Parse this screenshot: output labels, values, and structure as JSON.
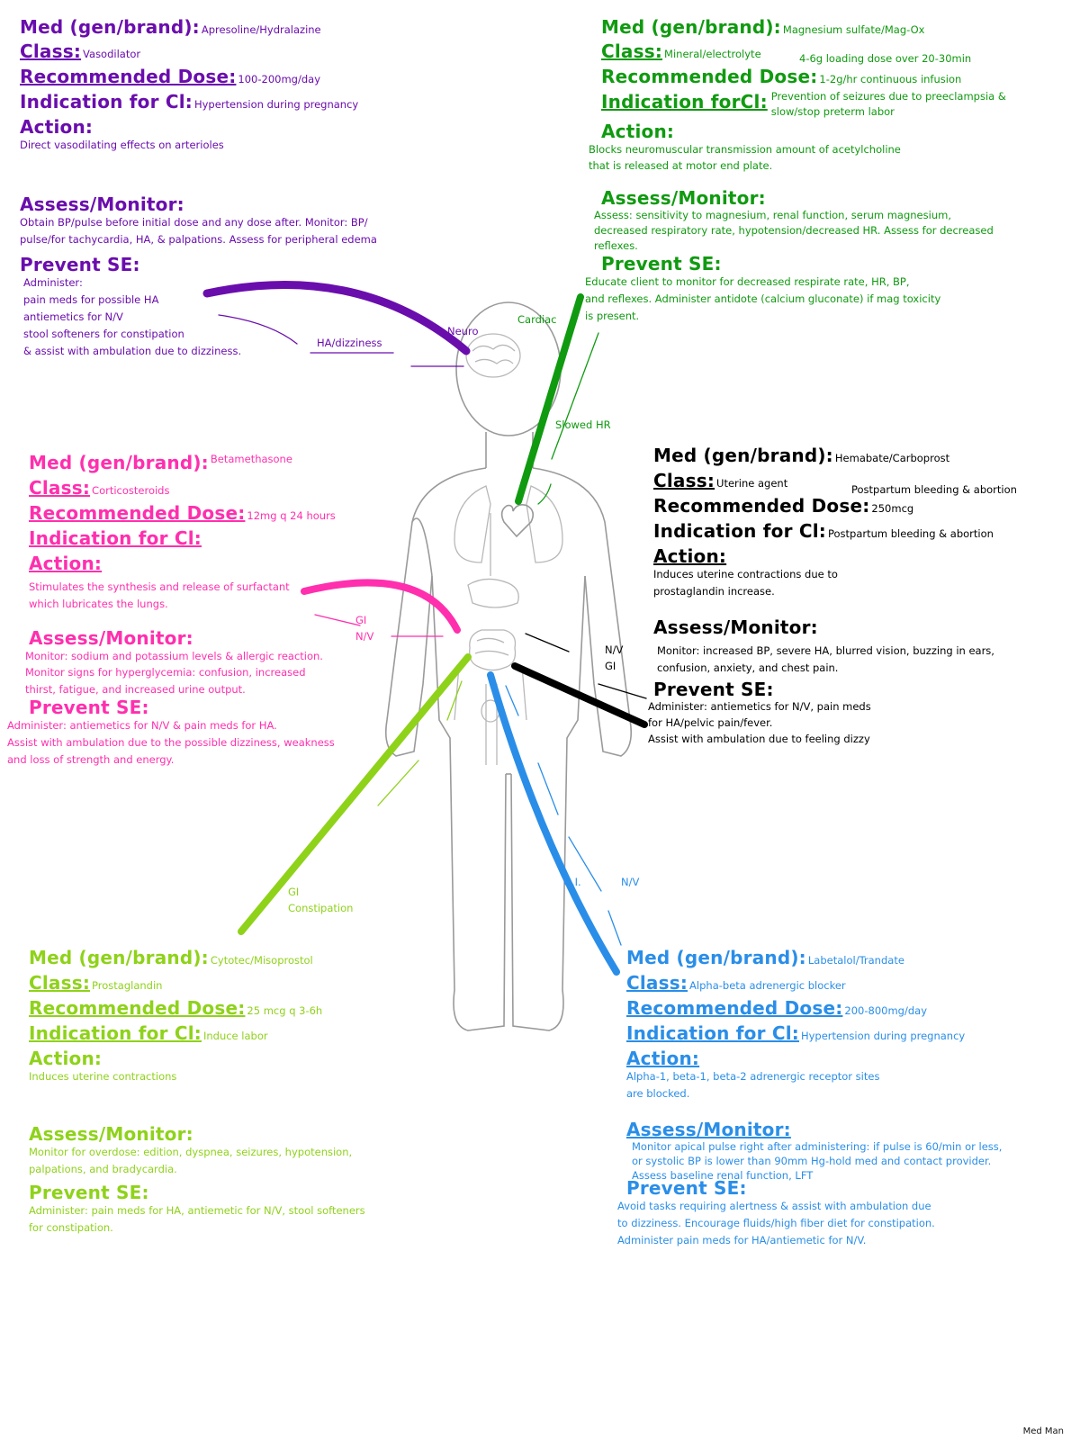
{
  "colors": {
    "hydralazine": "#6a0dad",
    "magnesium": "#109a10",
    "betamethasone": "#ff2fae",
    "hemabate": "#000000",
    "misoprostol": "#8fd21a",
    "labetalol": "#2a8ee8",
    "body_outline": "#9a9a9a",
    "organs": "#b8b8b8"
  },
  "labels": {
    "med": "Med (gen/brand):",
    "class": "Class:",
    "dose": "Recommended Dose:",
    "indication": "Indication for Cl:",
    "indication_alt": "Indication forCl:",
    "action": "Action:",
    "assess": "Assess/Monitor:",
    "prevent": "Prevent SE:"
  },
  "cards": [
    {
      "id": "hydralazine",
      "color_key": "hydralazine",
      "med": "Apresoline/Hydralazine",
      "class": "Vasodilator",
      "dose": "100-200mg/day",
      "indication": "Hypertension during pregnancy",
      "action": "Direct vasodilating effects on arterioles",
      "assess": "Obtain BP/pulse before initial dose and any dose after. Monitor: BP/\npulse/for tachycardia, HA, & palpations. Assess for peripheral edema",
      "prevent": "Administer:\npain meds for possible HA\nantiemetics for N/V\nstool softeners for constipation\n& assist with ambulation due to dizziness."
    },
    {
      "id": "magnesium",
      "color_key": "magnesium",
      "med": "Magnesium sulfate/Mag-Ox",
      "class": "Mineral/electrolyte",
      "dose": "1-2g/hr continuous infusion",
      "dose_extra": "4-6g loading dose over 20-30min",
      "indication": "Prevention of seizures due to preeclampsia &\nslow/stop preterm labor",
      "action": "Blocks neuromuscular transmission amount of acetylcholine\nthat is released at motor end plate.",
      "assess": "Assess: sensitivity to magnesium, renal function, serum magnesium,\ndecreased respiratory rate, hypotension/decreased HR. Assess for decreased\nreflexes.",
      "prevent": "Educate client to monitor for decreased respirate rate, HR, BP,\nand reflexes. Administer antidote (calcium gluconate) if mag toxicity\nis present."
    },
    {
      "id": "betamethasone",
      "color_key": "betamethasone",
      "med": "Betamethasone",
      "class": "Corticosteroids",
      "dose": "12mg q 24 hours",
      "indication": "",
      "action": "Stimulates the synthesis and release of surfactant\nwhich lubricates the lungs.",
      "assess": "Monitor: sodium and potassium levels & allergic reaction.\nMonitor signs for hyperglycemia: confusion, increased\nthirst, fatigue, and increased urine output.",
      "prevent": "Administer: antiemetics for N/V & pain meds for HA.\nAssist with ambulation due to the possible dizziness, weakness\nand loss of strength and energy."
    },
    {
      "id": "hemabate",
      "color_key": "hemabate",
      "med": "Hemabate/Carboprost",
      "class": "Uterine agent",
      "dose": "250mcg",
      "dose_extra": "Postpartum bleeding & abortion",
      "indication": "Postpartum bleeding & abortion",
      "action": "Induces uterine contractions due to\nprostaglandin increase.",
      "assess": "Monitor: increased BP, severe HA, blurred vision, buzzing in ears,\nconfusion, anxiety, and chest pain.",
      "prevent": "Administer: antiemetics for N/V, pain meds\nfor HA/pelvic pain/fever.\nAssist with ambulation due to feeling dizzy"
    },
    {
      "id": "misoprostol",
      "color_key": "misoprostol",
      "med": "Cytotec/Misoprostol",
      "class": "Prostaglandin",
      "dose": "25 mcg q 3-6h",
      "indication": "Induce labor",
      "action": "Induces uterine contractions",
      "assess": "Monitor for overdose: edition, dyspnea, seizures, hypotension,\npalpations, and bradycardia.",
      "prevent": "Administer: pain meds for HA, antiemetic for N/V, stool softeners\nfor constipation."
    },
    {
      "id": "labetalol",
      "color_key": "labetalol",
      "med": "Labetalol/Trandate",
      "class": "Alpha-beta adrenergic blocker",
      "dose": "200-800mg/day",
      "indication": "Hypertension during pregnancy",
      "action": "Alpha-1, beta-1, beta-2 adrenergic receptor sites\nare blocked.",
      "assess": "Monitor apical pulse right after administering: if pulse is 60/min or less,\nor systolic BP is lower than 90mm Hg-hold med and contact provider.\nAssess baseline renal function, LFT",
      "prevent": "Avoid tasks requiring alertness & assist with ambulation due\nto dizziness. Encourage fluids/high fiber diet for constipation.\nAdminister pain meds for HA/antiemetic for N/V."
    }
  ],
  "annotations": {
    "neuro": "Neuro",
    "ha_dizziness": "HA/dizziness",
    "cardiac": "Cardiac",
    "slowed_hr": "Slowed HR",
    "gi_nv_pink": "GI\nN/V",
    "nv_gi_black": "N/V\nGI",
    "gi_constipation": "GI\nConstipation",
    "gi_blue": "G.I.",
    "nv_blue": "N/V"
  },
  "footer": "Med Man"
}
